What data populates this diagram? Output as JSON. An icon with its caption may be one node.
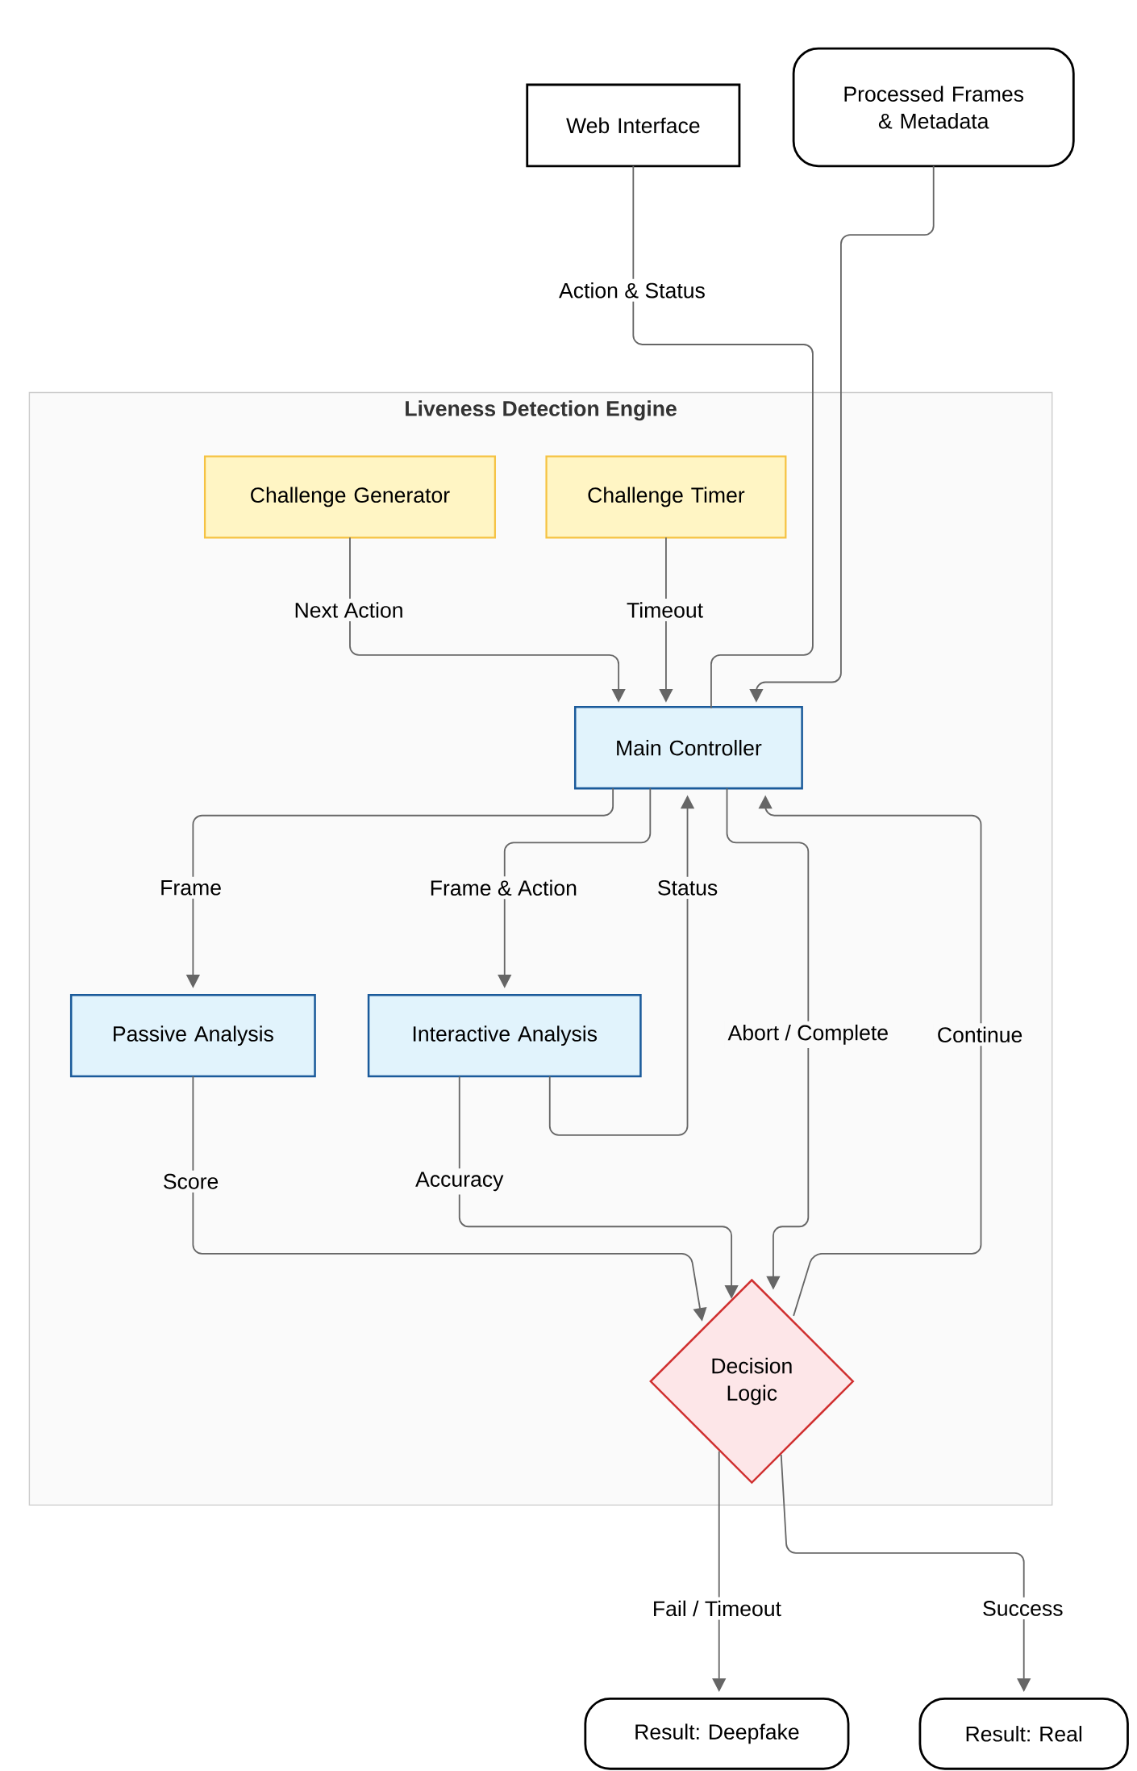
{
  "diagram": {
    "nodes": [
      {
        "text": [
          "Web Interface"
        ]
      },
      {
        "text": [
          "Processed Frames & Metadata"
        ]
      },
      {
        "text": [
          "Liveness Detection Engine"
        ]
      },
      {
        "text": [
          "Challenge Generator"
        ],
        "in": 2
      },
      {
        "text": [
          "Challenge Timer"
        ],
        "in": 2
      },
      {
        "text": [
          "Main Controller"
        ],
        "in": 2
      },
      {
        "text": [
          "Passive Analysis"
        ],
        "in": 2
      },
      {
        "text": [
          "Interactive Analysis"
        ],
        "in": 2
      },
      {
        "text": [
          "Decision Logic"
        ],
        "in": 2
      },
      {
        "text": [
          "Result: Deepfake"
        ]
      },
      {
        "text": [
          "Result: Real"
        ]
      }
    ],
    "edges": [
      {
        "from": 0,
        "to": 5,
        "arrow": "none",
        "label": "Action & Status"
      },
      {
        "from": 1,
        "to": 5,
        "arrow": "to"
      },
      {
        "from": 3,
        "to": 5,
        "arrow": "to",
        "label": "Next Action"
      },
      {
        "from": 4,
        "to": 5,
        "arrow": "to",
        "label": "Timeout"
      },
      {
        "from": 5,
        "to": 6,
        "arrow": "to",
        "label": "Frame"
      },
      {
        "from": 5,
        "to": 7,
        "arrow": "to",
        "label": "Frame & Action"
      },
      {
        "from": 7,
        "to": 5,
        "arrow": "to",
        "label": "Status"
      },
      {
        "from": 5,
        "to": 8,
        "arrow": "to",
        "label": "Abort / Complete"
      },
      {
        "from": 8,
        "to": 5,
        "arrow": "to",
        "label": "Continue"
      },
      {
        "from": 6,
        "to": 8,
        "arrow": "to",
        "label": "Score"
      },
      {
        "from": 7,
        "to": 8,
        "arrow": "to",
        "label": "Accuracy"
      },
      {
        "from": 8,
        "to": 9,
        "arrow": "to",
        "label": "Fail / Timeout"
      },
      {
        "from": 8,
        "to": 10,
        "arrow": "to",
        "label": "Success"
      }
    ]
  }
}
